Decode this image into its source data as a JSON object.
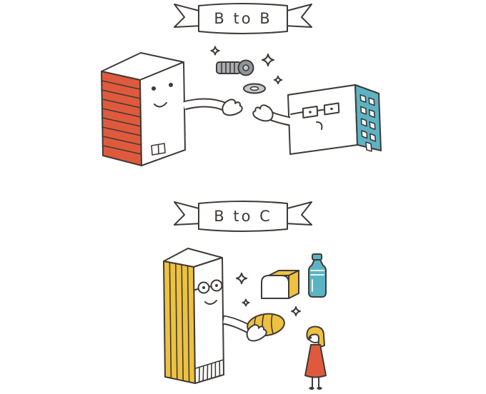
{
  "colors": {
    "line": "#3f3a38",
    "red": "#df5a3c",
    "teal": "#5bb4c4",
    "yellow": "#eec23f",
    "gray_light": "#c3c7c9",
    "gray_mid": "#a9aeb1",
    "gray_dark": "#8f969a",
    "white": "#ffffff"
  },
  "sections": [
    {
      "id": "b-to-b",
      "banner_label": "B to B",
      "icons": [
        "ribbon-banner",
        "supplier-building",
        "bolt-icon",
        "washer-icon",
        "sparkle-icon",
        "buyer-building"
      ]
    },
    {
      "id": "b-to-c",
      "banner_label": "B to C",
      "icons": [
        "ribbon-banner",
        "shop-building",
        "bread-loaf-icon",
        "bread-roll-icon",
        "water-bottle-icon",
        "sparkle-icon",
        "consumer-woman"
      ]
    }
  ]
}
